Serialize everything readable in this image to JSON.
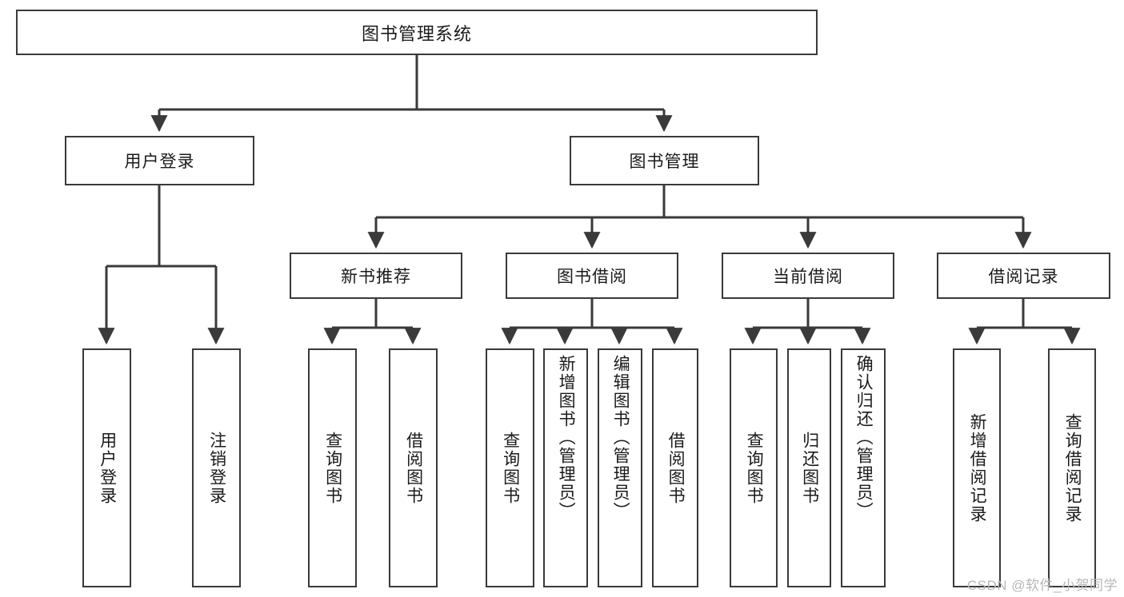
{
  "diagram": {
    "type": "tree",
    "title": "图书管理系统",
    "watermark": "CSDN @软件_小贺同学",
    "colors": {
      "box_border": "#3a3a3a",
      "box_fill": "#ffffff",
      "link": "#3a3a3a",
      "text": "#1a1a1a",
      "watermark": "#b7b7b7"
    },
    "levels": {
      "root": {
        "label": "图书管理系统"
      },
      "level2": [
        {
          "label": "用户登录"
        },
        {
          "label": "图书管理"
        }
      ],
      "level3": [
        {
          "label": "新书推荐"
        },
        {
          "label": "图书借阅"
        },
        {
          "label": "当前借阅"
        },
        {
          "label": "借阅记录"
        }
      ],
      "leaves": {
        "user_login": [
          {
            "label": "用户登录"
          },
          {
            "label": "注销登录"
          }
        ],
        "new_book_recommend": [
          {
            "label": "查询图书"
          },
          {
            "label": "借阅图书"
          }
        ],
        "book_borrow": [
          {
            "label": "查询图书"
          },
          {
            "label": "新增图书（管理员）"
          },
          {
            "label": "编辑图书（管理员）"
          },
          {
            "label": "借阅图书"
          }
        ],
        "current_borrow": [
          {
            "label": "查询图书"
          },
          {
            "label": "归还图书"
          },
          {
            "label": "确认归还（管理员）"
          }
        ],
        "borrow_record": [
          {
            "label": "新增借阅记录"
          },
          {
            "label": "查询借阅记录"
          }
        ]
      }
    }
  }
}
